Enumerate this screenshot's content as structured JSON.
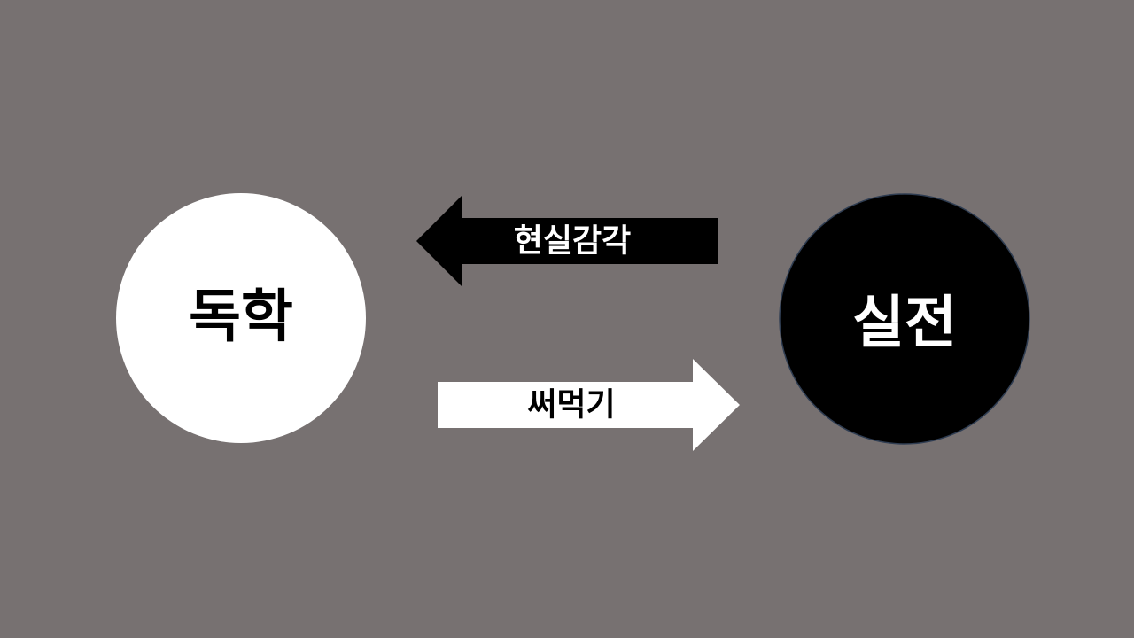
{
  "background_color": "#777171",
  "nodes": [
    {
      "label": "독학",
      "fill": "#ffffff",
      "text_color": "#000000"
    },
    {
      "label": "실전",
      "fill": "#000000",
      "text_color": "#ffffff"
    }
  ],
  "arrows": [
    {
      "label": "현실감각",
      "direction": "left",
      "fill": "#000000",
      "text_color": "#ffffff"
    },
    {
      "label": "써먹기",
      "direction": "right",
      "fill": "#ffffff",
      "text_color": "#000000"
    }
  ]
}
